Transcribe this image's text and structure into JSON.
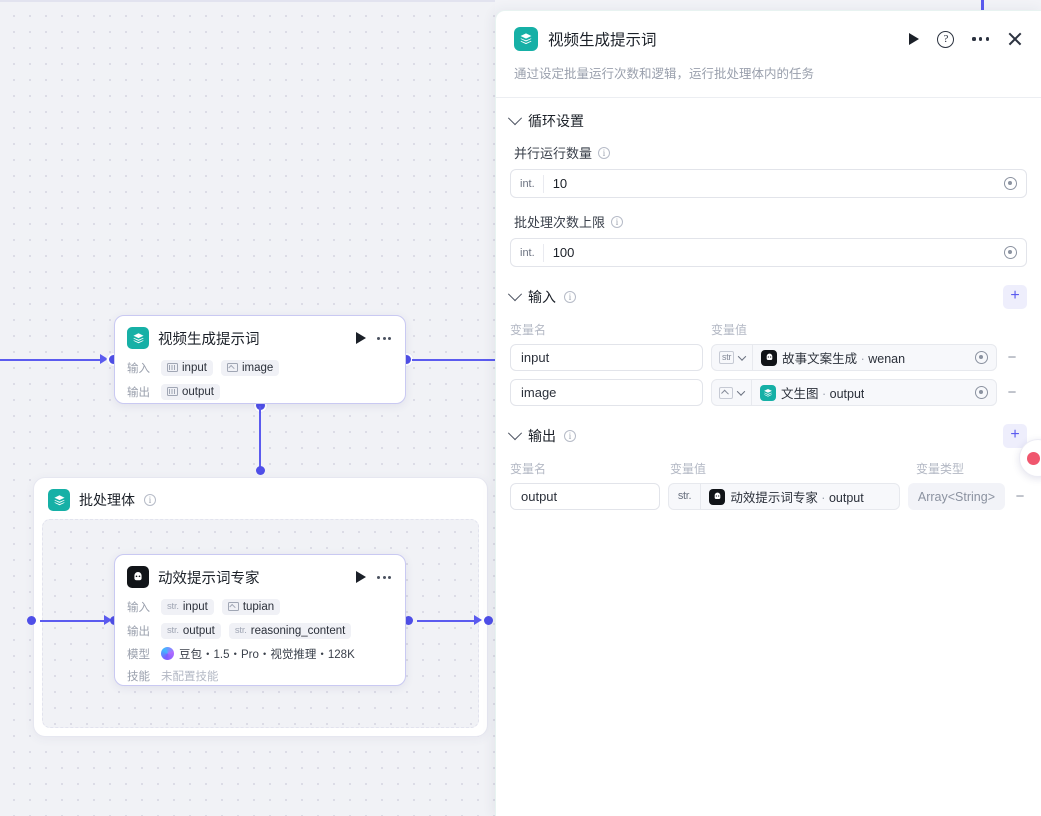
{
  "canvas": {
    "nodes": [
      {
        "title": "视频生成提示词",
        "icon": "layers-icon",
        "icon_color": "#16b0a6",
        "rows": [
          {
            "label": "输入",
            "tags": [
              {
                "type": "Array",
                "name": "input"
              },
              {
                "type": "Image",
                "name": "image"
              }
            ]
          },
          {
            "label": "输出",
            "tags": [
              {
                "type": "Array",
                "name": "output"
              }
            ]
          }
        ]
      },
      {
        "title": "动效提示词专家",
        "icon": "agent-icon",
        "icon_color": "#111418",
        "rows": [
          {
            "label": "输入",
            "tags": [
              {
                "type": "str.",
                "name": "input"
              },
              {
                "type": "Image",
                "name": "tupian"
              }
            ]
          },
          {
            "label": "输出",
            "tags": [
              {
                "type": "str.",
                "name": "output"
              },
              {
                "type": "str.",
                "name": "reasoning_content"
              }
            ]
          }
        ],
        "meta": [
          {
            "label": "模型",
            "value": "豆包・1.5・Pro・视觉推理・128K",
            "muted": false
          },
          {
            "label": "技能",
            "value": "未配置技能",
            "muted": true
          }
        ]
      }
    ],
    "batch_container": {
      "title": "批处理体",
      "icon": "layers-icon",
      "info": "i"
    },
    "edge_color": "#5b5bef"
  },
  "panel": {
    "title": "视频生成提示词",
    "subtitle": "通过设定批量运行次数和逻辑，运行批处理体内的任务",
    "icon": "layers-icon",
    "actions": [
      {
        "name": "run-icon",
        "glyph": "play"
      },
      {
        "name": "help-icon",
        "glyph": "?"
      },
      {
        "name": "more-icon",
        "glyph": "..."
      },
      {
        "name": "close-icon",
        "glyph": "x"
      }
    ],
    "loop_section": {
      "title": "循环设置",
      "fields": [
        {
          "label": "并行运行数量",
          "type": "int.",
          "value": "10",
          "info": "i"
        },
        {
          "label": "批处理次数上限",
          "type": "int.",
          "value": "100",
          "info": "i"
        }
      ]
    },
    "input_section": {
      "title": "输入",
      "info": "i",
      "add_label": "+",
      "columns": [
        "变量名",
        "变量值"
      ],
      "rows": [
        {
          "name": "input",
          "type_badge": "str",
          "ref_icon": "agent-icon",
          "ref_icon_color": "#111418",
          "ref_node": "故事文案生成",
          "ref_sep": " · ",
          "ref_field": "wenan"
        },
        {
          "name": "image",
          "type_badge": "image",
          "ref_icon": "layers-icon",
          "ref_icon_color": "#16b0a6",
          "ref_node": "文生图",
          "ref_sep": " · ",
          "ref_field": "output"
        }
      ]
    },
    "output_section": {
      "title": "输出",
      "info": "i",
      "add_label": "+",
      "columns": [
        "变量名",
        "变量值",
        "变量类型"
      ],
      "rows": [
        {
          "name": "output",
          "type_badge": "str.",
          "ref_icon": "agent-icon",
          "ref_icon_color": "#111418",
          "ref_node": "动效提示词专家",
          "ref_sep": " · ",
          "ref_field": "output",
          "var_type": "Array<String>"
        }
      ]
    }
  }
}
